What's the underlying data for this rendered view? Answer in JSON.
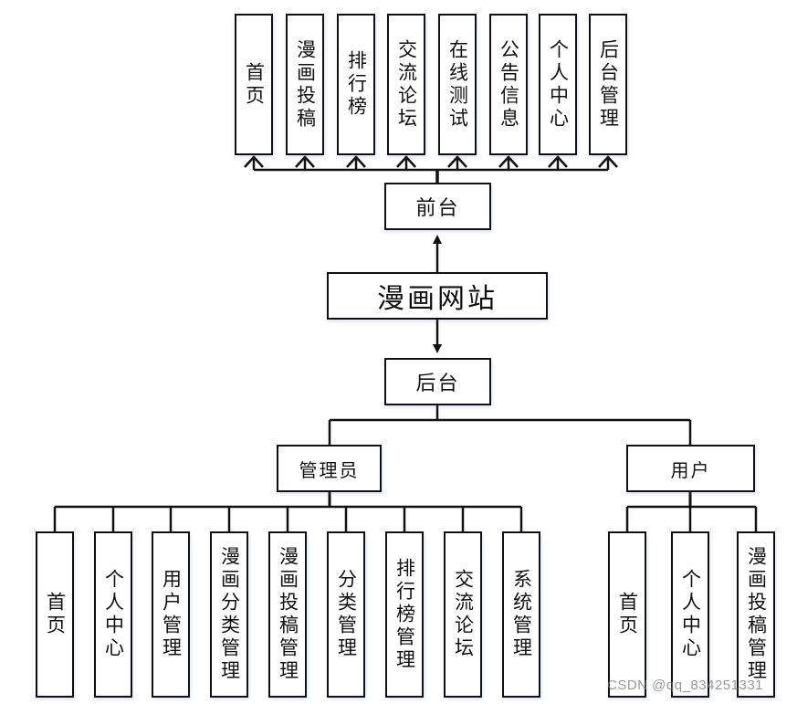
{
  "root": {
    "label": "漫画网站"
  },
  "frontend": {
    "label": "前台",
    "children": [
      "首页",
      "漫画投稿",
      "排行榜",
      "交流论坛",
      "在线测试",
      "公告信息",
      "个人中心",
      "后台管理"
    ]
  },
  "backend": {
    "label": "后台",
    "admin": {
      "label": "管理员",
      "children": [
        "首页",
        "个人中心",
        "用户管理",
        "漫画分类管理",
        "漫画投稿管理",
        "分类管理",
        "排行榜管理",
        "交流论坛",
        "系统管理"
      ]
    },
    "user": {
      "label": "用户",
      "children": [
        "首页",
        "个人中心",
        "漫画投稿管理"
      ]
    }
  },
  "watermark": "CSDN @qq_834251331"
}
